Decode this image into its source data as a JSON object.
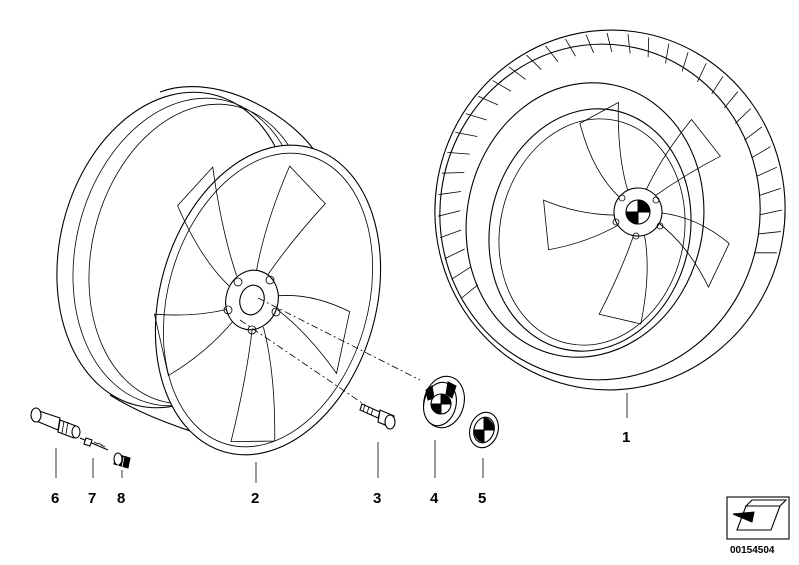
{
  "callouts": [
    {
      "id": "1",
      "label": "1"
    },
    {
      "id": "2",
      "label": "2"
    },
    {
      "id": "3",
      "label": "3"
    },
    {
      "id": "4",
      "label": "4"
    },
    {
      "id": "5",
      "label": "5"
    },
    {
      "id": "6",
      "label": "6"
    },
    {
      "id": "7",
      "label": "7"
    },
    {
      "id": "8",
      "label": "8"
    }
  ],
  "document_number": "00154504",
  "icons": {
    "corner_badge": "arrow-corner-icon"
  },
  "colors": {
    "ink": "#000000",
    "background": "#ffffff"
  }
}
